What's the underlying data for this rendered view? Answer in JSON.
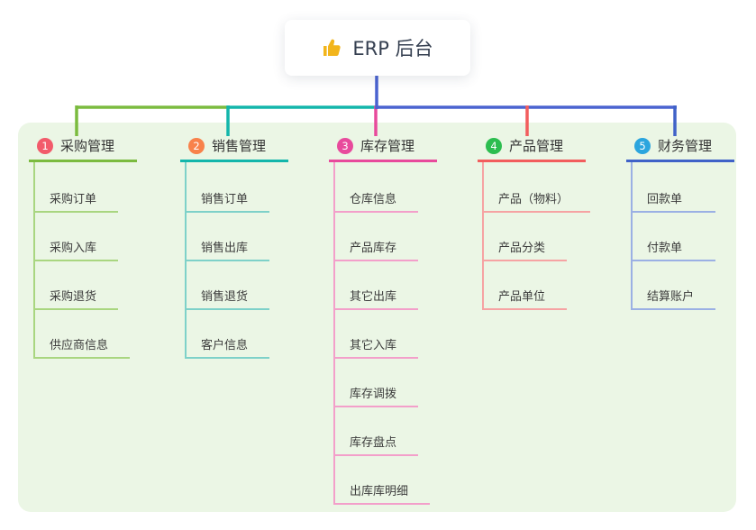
{
  "root": {
    "icon": "thumbs-up",
    "label": "ERP 后台"
  },
  "colors": {
    "root_line": "#4a63d0",
    "panel_bg": "#ebf6e5",
    "card_bg": "#ffffff",
    "root_text": "#353f50",
    "node_text": "#3c3c3c"
  },
  "branches": [
    {
      "badge": "1",
      "badge_color": "#f25b6b",
      "title": "采购管理",
      "line_color": "#7bbb3f",
      "child_line_color": "#a9d680",
      "children": [
        "采购订单",
        "采购入库",
        "采购退货",
        "供应商信息"
      ]
    },
    {
      "badge": "2",
      "badge_color": "#f8824b",
      "title": "销售管理",
      "line_color": "#13b6ab",
      "child_line_color": "#7ed1c9",
      "children": [
        "销售订单",
        "销售出库",
        "销售退货",
        "客户信息"
      ]
    },
    {
      "badge": "3",
      "badge_color": "#e84a9c",
      "title": "库存管理",
      "line_color": "#e84a9c",
      "child_line_color": "#f39fca",
      "children": [
        "仓库信息",
        "产品库存",
        "其它出库",
        "其它入库",
        "库存调拨",
        "库存盘点",
        "出库库明细"
      ]
    },
    {
      "badge": "4",
      "badge_color": "#2cbd4f",
      "title": "产品管理",
      "line_color": "#f25d5d",
      "child_line_color": "#f6a3a3",
      "children": [
        "产品（物料）",
        "产品分类",
        "产品单位"
      ]
    },
    {
      "badge": "5",
      "badge_color": "#2ba5de",
      "title": "财务管理",
      "line_color": "#4062c8",
      "child_line_color": "#9bb0e4",
      "children": [
        "回款单",
        "付款单",
        "结算账户"
      ]
    }
  ]
}
